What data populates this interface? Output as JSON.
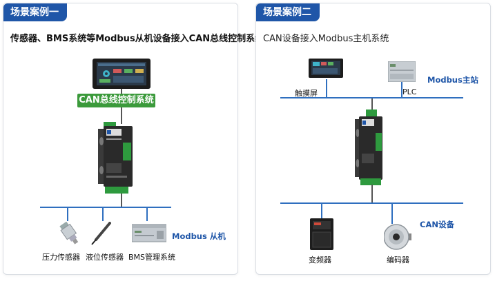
{
  "panel1": {
    "tag": "场景案例一",
    "subtitle": "传感器、BMS系统等Modbus从机设备接入CAN总线控制系统",
    "can_bus_box": "CAN总线控制系统",
    "bus_label": "Modbus 从机",
    "devices": [
      "压力传感器",
      "液位传感器",
      "BMS管理系统"
    ]
  },
  "panel2": {
    "tag": "场景案例二",
    "subtitle": "CAN设备接入Modbus主机系统",
    "top_devices": [
      "触摸屏",
      "PLC"
    ],
    "top_bus_label": "Modbus主站",
    "bottom_bus_label": "CAN设备",
    "bottom_devices": [
      "变频器",
      "编码器"
    ]
  },
  "colors": {
    "accent": "#1f56a8",
    "bus_line": "#2f6fbf",
    "green": "#3b9a3b"
  }
}
